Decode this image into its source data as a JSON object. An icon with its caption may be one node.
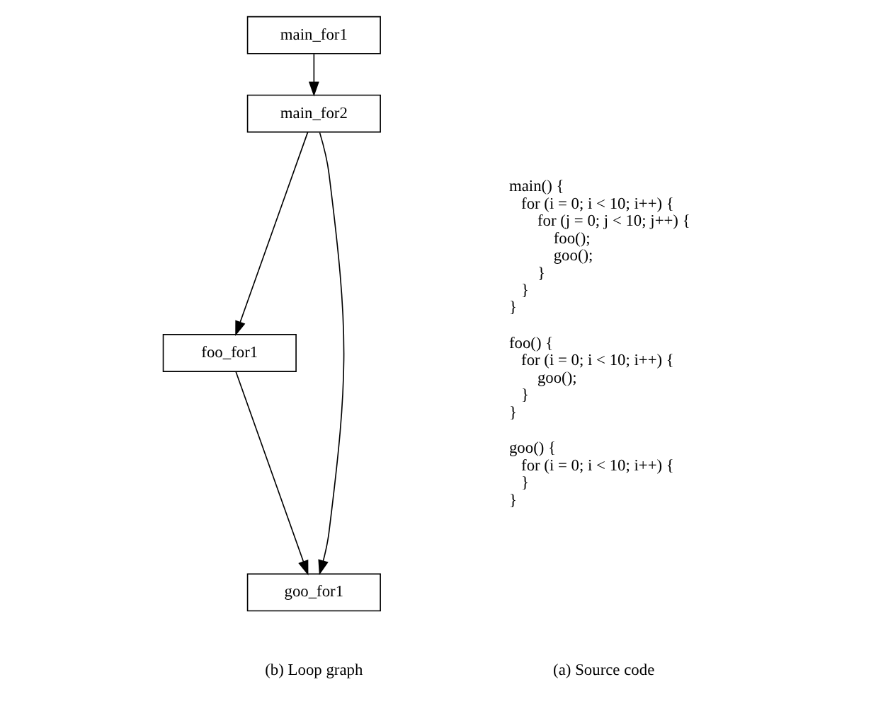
{
  "diagram": {
    "nodes": [
      {
        "text": [
          "main_for1"
        ]
      },
      {
        "text": [
          "main_for2"
        ]
      },
      {
        "text": [
          "foo_for1"
        ]
      },
      {
        "text": [
          "goo_for1"
        ]
      }
    ],
    "edges": [
      {
        "from": 0,
        "to": 1,
        "arrow": "to"
      },
      {
        "from": 1,
        "to": 2,
        "arrow": "to"
      },
      {
        "from": 1,
        "to": 3,
        "arrow": "to"
      },
      {
        "from": 2,
        "to": 3,
        "arrow": "to"
      }
    ],
    "labels": [
      "main() {",
      "for (i = 0; i < 10; i++) {",
      "for (j = 0; j < 10; j++) {",
      "foo();",
      "goo();",
      "}",
      "}",
      "}",
      "foo() {",
      "for (i = 0; i < 10; i++) {",
      "goo();",
      "}",
      "}",
      "goo() {",
      "for (i = 0; i < 10; i++) {",
      "}",
      "}",
      "(a) Source code",
      "(b) Loop graph"
    ]
  }
}
